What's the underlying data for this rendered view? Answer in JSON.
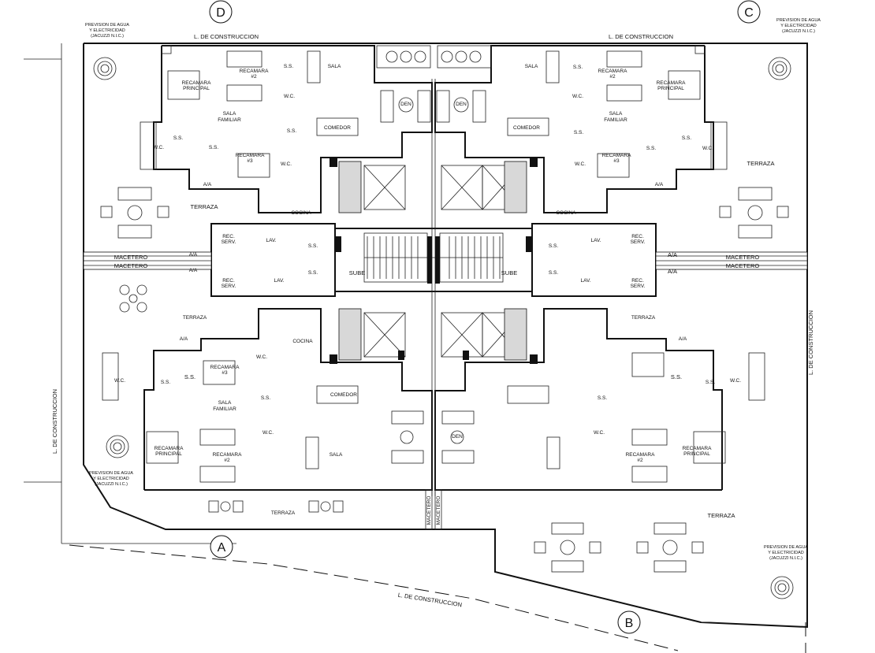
{
  "title": "",
  "axes": {
    "a": "A",
    "b": "B",
    "c": "C",
    "d": "D"
  },
  "construction_line": {
    "top_left": "L. DE CONSTRUCCION",
    "top_right": "L. DE CONSTRUCCION",
    "left": "L. DE CONSTRUCCION",
    "right": "L. DE CONSTRUCCION",
    "bottom": "L. DE CONSTRUCCION"
  },
  "jacuzzi": {
    "line1": "PREVISION DE AGUA",
    "line2": "Y ELECTRICIDAD",
    "line3": "(JACUZZI N.I.C.)"
  },
  "rooms": {
    "sala": "SALA",
    "den": "DEN",
    "comedor": "COMEDOR",
    "cocina": "COCINA",
    "recamara": "RECAMARA",
    "principal": "PRINCIPAL",
    "num2": "#2",
    "num3": "#3",
    "sala_top": "SALA",
    "familiar": "FAMILIAR",
    "ss": "S.S.",
    "wc": "W.C.",
    "aa": "A/A",
    "terraza": "TERRAZA",
    "macetero": "MACETERO",
    "lav": "LAV.",
    "rec": "REC.",
    "serv": "SERV.",
    "sube": "SUBE"
  }
}
